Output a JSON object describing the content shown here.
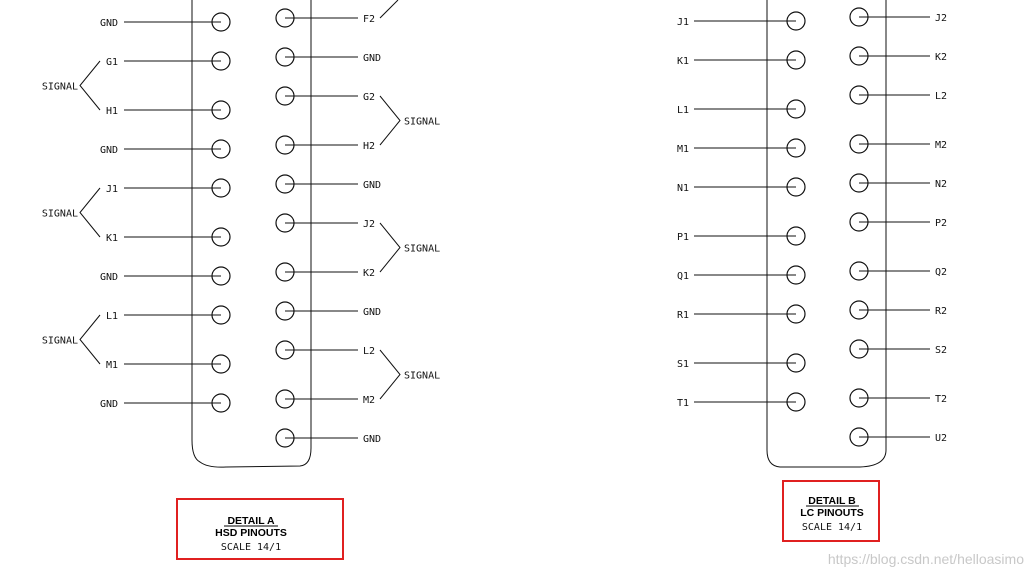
{
  "detail_a": {
    "title": "DETAIL A",
    "subtitle": "HSD PINOUTS",
    "scale": "SCALE 14/1",
    "left_pins": [
      "GND",
      "G1",
      "H1",
      "GND",
      "J1",
      "K1",
      "GND",
      "L1",
      "M1",
      "GND"
    ],
    "right_pins": [
      "F2",
      "GND",
      "G2",
      "H2",
      "GND",
      "J2",
      "K2",
      "GND",
      "L2",
      "M2",
      "GND"
    ],
    "left_groups": [
      {
        "label": "SIGNAL",
        "pins": [
          "G1",
          "H1"
        ]
      },
      {
        "label": "SIGNAL",
        "pins": [
          "J1",
          "K1"
        ]
      },
      {
        "label": "SIGNAL",
        "pins": [
          "L1",
          "M1"
        ]
      }
    ],
    "right_groups": [
      {
        "label": "SIGNAL",
        "pins": [
          "G2",
          "H2"
        ]
      },
      {
        "label": "SIGNAL",
        "pins": [
          "J2",
          "K2"
        ]
      },
      {
        "label": "SIGNAL",
        "pins": [
          "L2",
          "M2"
        ]
      }
    ]
  },
  "detail_b": {
    "title": "DETAIL B",
    "subtitle": "LC PINOUTS",
    "scale": "SCALE 14/1",
    "left_pins": [
      "J1",
      "K1",
      "L1",
      "M1",
      "N1",
      "P1",
      "Q1",
      "R1",
      "S1",
      "T1"
    ],
    "right_pins": [
      "J2",
      "K2",
      "L2",
      "M2",
      "N2",
      "P2",
      "Q2",
      "R2",
      "S2",
      "T2",
      "U2"
    ]
  },
  "watermark": "https://blog.csdn.net/helloasimo",
  "colors": {
    "line": "#111111",
    "highlight_box": "#e02020",
    "watermark": "#c8c8c8"
  }
}
